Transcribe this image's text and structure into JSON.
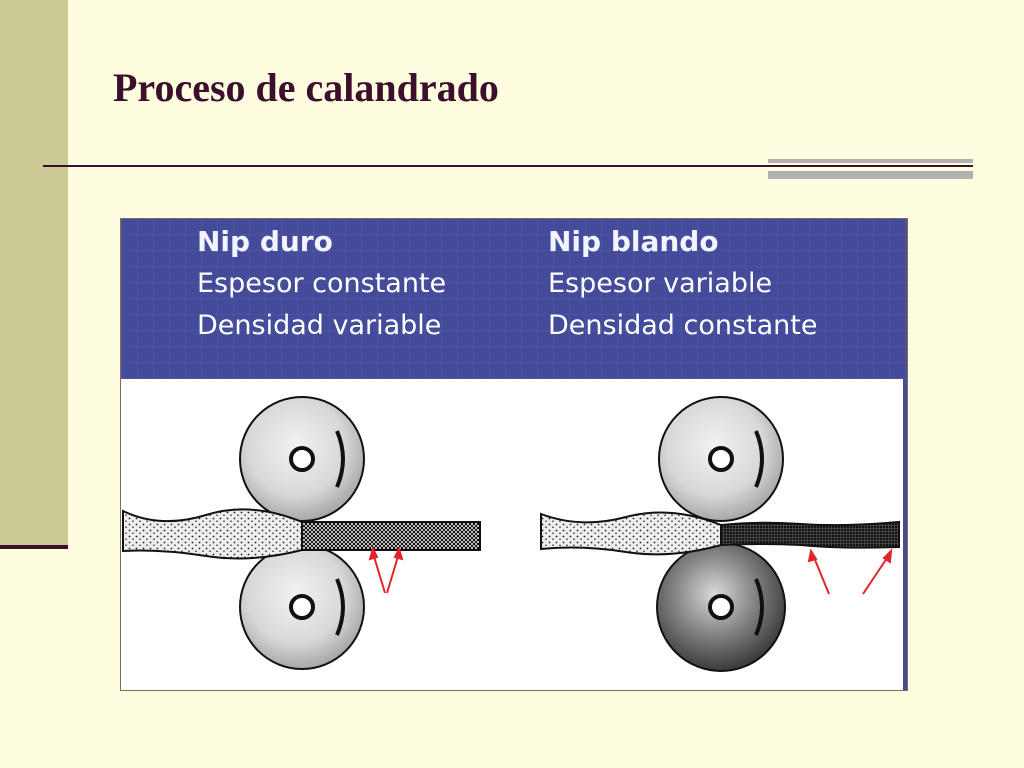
{
  "slide": {
    "title": "Proceso de calandrado"
  },
  "figure": {
    "left_column": {
      "heading": "Nip duro",
      "line1": "Espesor constante",
      "line2": "Densidad variable"
    },
    "right_column": {
      "heading": "Nip blando",
      "line1": "Espesor variable",
      "line2": "Densidad constante"
    }
  },
  "colors": {
    "background": "#FFFDDF",
    "title": "#3C0F2D",
    "header_band": "#434B9A",
    "arrow": "#E0262A"
  }
}
